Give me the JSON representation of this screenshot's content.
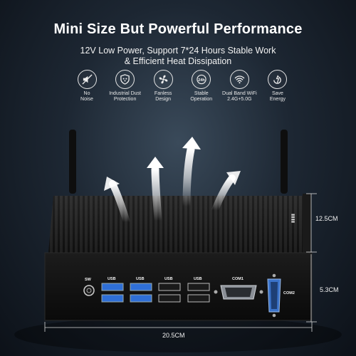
{
  "headline": "Mini Size But Powerful Performance",
  "subline1": "12V Low Power, Support 7*24 Hours Stable Work",
  "subline2": "& Efficient Heat Dissipation",
  "features": [
    {
      "icon": "no-noise-icon",
      "line1": "No",
      "line2": "Noise"
    },
    {
      "icon": "dust-protection-icon",
      "line1": "Industrial Dust",
      "line2": "Protection"
    },
    {
      "icon": "fan-icon",
      "line1": "Fanless",
      "line2": "Design"
    },
    {
      "icon": "clock-24h-icon",
      "line1": "Stable",
      "line2": "Operation"
    },
    {
      "icon": "wifi-icon",
      "line1": "Dual Band WiFi",
      "line2": "2.4G+5.0G"
    },
    {
      "icon": "energy-icon",
      "line1": "Save",
      "line2": "Energy"
    }
  ],
  "icon_24h_text": "24h",
  "ports": {
    "sw": "SW",
    "usb1": "USB",
    "usb2": "USB",
    "usb3": "USB",
    "usb4": "USB",
    "com1": "COM1",
    "com2": "COM2"
  },
  "dimensions": {
    "height": "12.5CM",
    "depth": "5.3CM",
    "width": "20.5CM"
  },
  "colors": {
    "background": "#1d2733",
    "device": "#141414",
    "usb3_blue": "#2f6fd6",
    "com2_blue": "#3a72c9",
    "text": "#ffffff"
  }
}
